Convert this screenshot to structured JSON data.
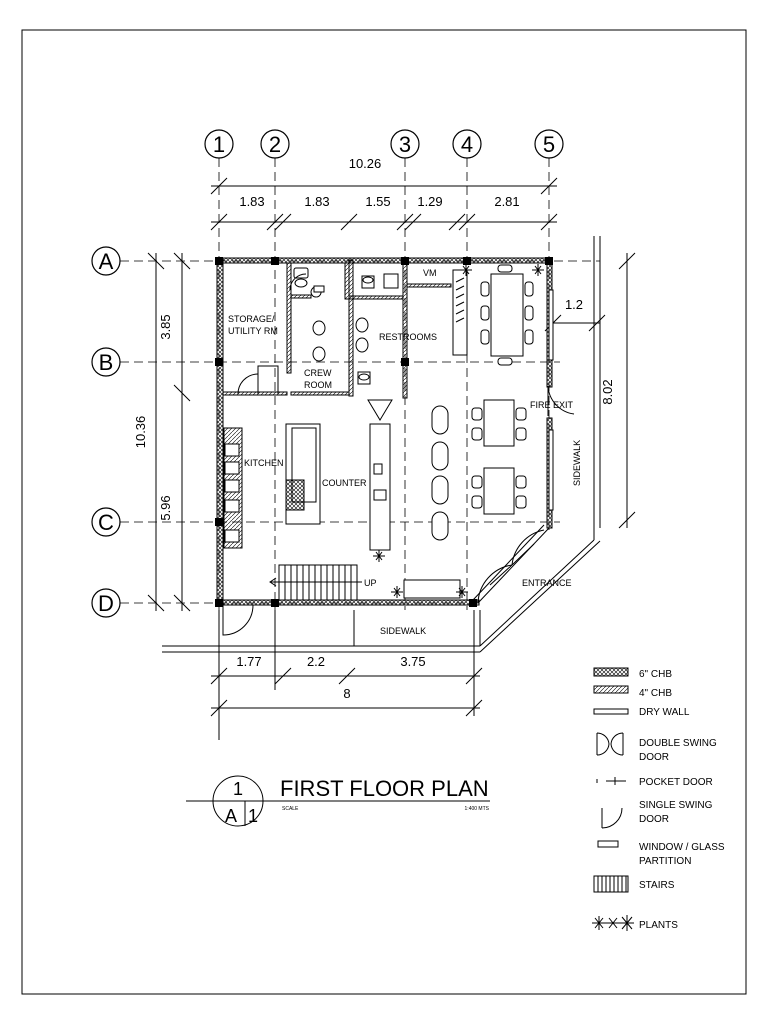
{
  "grid_columns": [
    "1",
    "2",
    "3",
    "4",
    "5"
  ],
  "grid_rows": [
    "A",
    "B",
    "C",
    "D"
  ],
  "dimensions": {
    "top_overall": "10.26",
    "top_segments": [
      "1.83",
      "1.83",
      "1.55",
      "1.29",
      "2.81"
    ],
    "left_overall": "10.36",
    "left_segments": [
      "3.85",
      "5.96"
    ],
    "right_overall": "8.02",
    "right_window": "1.2",
    "bottom_segments": [
      "1.77",
      "2.2",
      "3.75"
    ],
    "bottom_overall": "8"
  },
  "rooms": {
    "storage": [
      "STORAGE/",
      "UTILITY RM"
    ],
    "restrooms": "RESTROOMS",
    "vm": "VM",
    "crew_room": [
      "CREW",
      "ROOM"
    ],
    "kitchen": "KITCHEN",
    "counter": "COUNTER",
    "fire_exit": "FIRE EXIT",
    "entrance": "ENTRANCE",
    "sidewalk_right": "SIDEWALK",
    "sidewalk_bottom": "SIDEWALK",
    "stair_up": "UP"
  },
  "title_block": {
    "number": "1",
    "sheet_letter": "A",
    "sheet_number": "1",
    "title": "FIRST FLOOR PLAN",
    "scale_label": "SCALE",
    "scale_value": "1:400 MTS"
  },
  "legend": [
    {
      "symbol": "hatch-cross",
      "label": [
        "6\" CHB"
      ]
    },
    {
      "symbol": "hatch-diag",
      "label": [
        "4\" CHB"
      ]
    },
    {
      "symbol": "plain-bar",
      "label": [
        "DRY WALL"
      ]
    },
    {
      "symbol": "double-swing-door",
      "label": [
        "DOUBLE SWING",
        "DOOR"
      ]
    },
    {
      "symbol": "pocket-door",
      "label": [
        "POCKET DOOR"
      ]
    },
    {
      "symbol": "single-swing-door",
      "label": [
        "SINGLE SWING",
        "DOOR"
      ]
    },
    {
      "symbol": "window-partition",
      "label": [
        "WINDOW / GLASS",
        "PARTITION"
      ]
    },
    {
      "symbol": "stairs",
      "label": [
        "STAIRS"
      ]
    },
    {
      "symbol": "plants",
      "label": [
        "PLANTS"
      ]
    }
  ]
}
